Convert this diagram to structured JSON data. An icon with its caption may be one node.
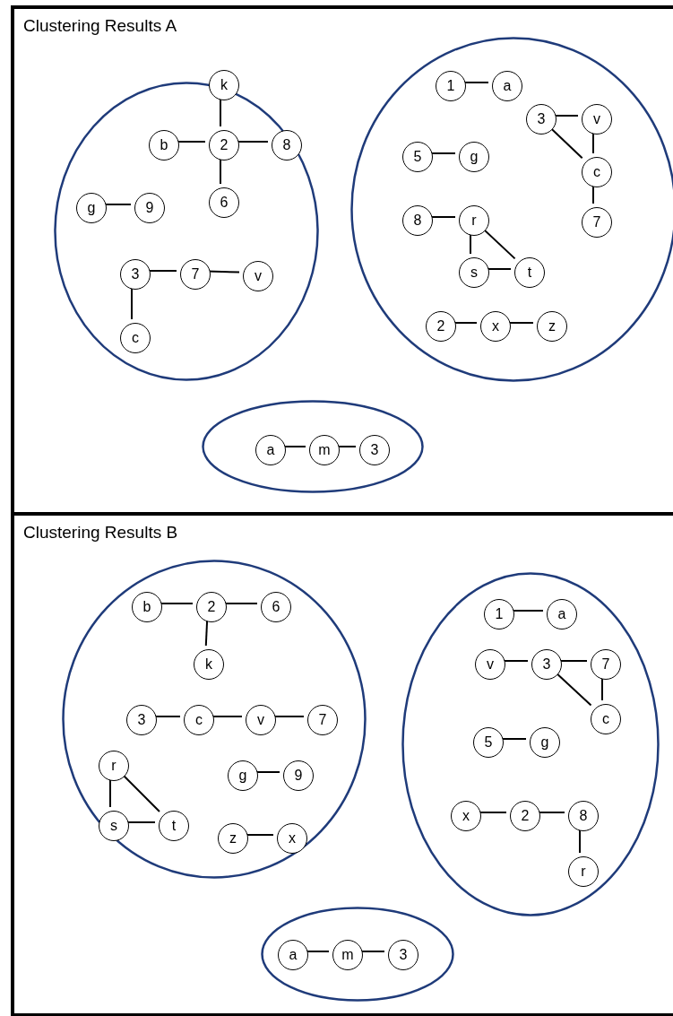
{
  "diagram": {
    "nodes": [
      {
        "text": [
          "Clustering Results A"
        ]
      },
      {
        "text": [],
        "shape": "ellipse",
        "in": 0
      },
      {
        "text": [
          "k"
        ],
        "in": 1
      },
      {
        "text": [
          "b"
        ],
        "in": 1
      },
      {
        "text": [
          "2"
        ],
        "in": 1
      },
      {
        "text": [
          "8"
        ],
        "in": 1
      },
      {
        "text": [
          "6"
        ],
        "in": 1
      },
      {
        "text": [
          "g"
        ],
        "in": 1
      },
      {
        "text": [
          "9"
        ],
        "in": 1
      },
      {
        "text": [
          "3"
        ],
        "in": 1
      },
      {
        "text": [
          "7"
        ],
        "in": 1
      },
      {
        "text": [
          "v"
        ],
        "in": 1
      },
      {
        "text": [
          "c"
        ],
        "in": 1
      },
      {
        "text": [],
        "shape": "ellipse",
        "in": 0
      },
      {
        "text": [
          "1"
        ],
        "in": 13
      },
      {
        "text": [
          "a"
        ],
        "in": 13
      },
      {
        "text": [
          "3"
        ],
        "in": 13
      },
      {
        "text": [
          "v"
        ],
        "in": 13
      },
      {
        "text": [
          "5"
        ],
        "in": 13
      },
      {
        "text": [
          "g"
        ],
        "in": 13
      },
      {
        "text": [
          "c"
        ],
        "in": 13
      },
      {
        "text": [
          "8"
        ],
        "in": 13
      },
      {
        "text": [
          "r"
        ],
        "in": 13
      },
      {
        "text": [
          "7"
        ],
        "in": 13
      },
      {
        "text": [
          "s"
        ],
        "in": 13
      },
      {
        "text": [
          "t"
        ],
        "in": 13
      },
      {
        "text": [
          "2"
        ],
        "in": 13
      },
      {
        "text": [
          "x"
        ],
        "in": 13
      },
      {
        "text": [
          "z"
        ],
        "in": 13
      },
      {
        "text": [],
        "shape": "ellipse",
        "in": 0
      },
      {
        "text": [
          "a"
        ],
        "in": 29
      },
      {
        "text": [
          "m"
        ],
        "in": 29
      },
      {
        "text": [
          "3"
        ],
        "in": 29
      },
      {
        "text": [
          "Clustering Results B"
        ]
      },
      {
        "text": [],
        "shape": "ellipse",
        "in": 33
      },
      {
        "text": [
          "b"
        ],
        "in": 34
      },
      {
        "text": [
          "2"
        ],
        "in": 34
      },
      {
        "text": [
          "6"
        ],
        "in": 34
      },
      {
        "text": [
          "k"
        ],
        "in": 34
      },
      {
        "text": [
          "3"
        ],
        "in": 34
      },
      {
        "text": [
          "c"
        ],
        "in": 34
      },
      {
        "text": [
          "v"
        ],
        "in": 34
      },
      {
        "text": [
          "7"
        ],
        "in": 34
      },
      {
        "text": [
          "r"
        ],
        "in": 34
      },
      {
        "text": [
          "g"
        ],
        "in": 34
      },
      {
        "text": [
          "9"
        ],
        "in": 34
      },
      {
        "text": [
          "s"
        ],
        "in": 34
      },
      {
        "text": [
          "t"
        ],
        "in": 34
      },
      {
        "text": [
          "z"
        ],
        "in": 34
      },
      {
        "text": [
          "x"
        ],
        "in": 34
      },
      {
        "text": [],
        "shape": "ellipse",
        "in": 33
      },
      {
        "text": [
          "1"
        ],
        "in": 50
      },
      {
        "text": [
          "a"
        ],
        "in": 50
      },
      {
        "text": [
          "v"
        ],
        "in": 50
      },
      {
        "text": [
          "3"
        ],
        "in": 50
      },
      {
        "text": [
          "7"
        ],
        "in": 50
      },
      {
        "text": [
          "c"
        ],
        "in": 50
      },
      {
        "text": [
          "5"
        ],
        "in": 50
      },
      {
        "text": [
          "g"
        ],
        "in": 50
      },
      {
        "text": [
          "x"
        ],
        "in": 50
      },
      {
        "text": [
          "2"
        ],
        "in": 50
      },
      {
        "text": [
          "8"
        ],
        "in": 50
      },
      {
        "text": [
          "r"
        ],
        "in": 50
      },
      {
        "text": [],
        "shape": "ellipse",
        "in": 33
      },
      {
        "text": [
          "a"
        ],
        "in": 63
      },
      {
        "text": [
          "m"
        ],
        "in": 63
      },
      {
        "text": [
          "3"
        ],
        "in": 63
      }
    ],
    "edges": [
      {
        "from": 2,
        "to": 4,
        "arrow": "none"
      },
      {
        "from": 3,
        "to": 4,
        "arrow": "none"
      },
      {
        "from": 4,
        "to": 5,
        "arrow": "none"
      },
      {
        "from": 4,
        "to": 6,
        "arrow": "none"
      },
      {
        "from": 7,
        "to": 8,
        "arrow": "none"
      },
      {
        "from": 9,
        "to": 10,
        "arrow": "none"
      },
      {
        "from": 10,
        "to": 11,
        "arrow": "none"
      },
      {
        "from": 9,
        "to": 12,
        "arrow": "none"
      },
      {
        "from": 14,
        "to": 15,
        "arrow": "none"
      },
      {
        "from": 16,
        "to": 17,
        "arrow": "none"
      },
      {
        "from": 16,
        "to": 20,
        "arrow": "none"
      },
      {
        "from": 17,
        "to": 20,
        "arrow": "none"
      },
      {
        "from": 20,
        "to": 23,
        "arrow": "none"
      },
      {
        "from": 18,
        "to": 19,
        "arrow": "none"
      },
      {
        "from": 21,
        "to": 22,
        "arrow": "none"
      },
      {
        "from": 22,
        "to": 24,
        "arrow": "none"
      },
      {
        "from": 22,
        "to": 25,
        "arrow": "none"
      },
      {
        "from": 24,
        "to": 25,
        "arrow": "none"
      },
      {
        "from": 26,
        "to": 27,
        "arrow": "none"
      },
      {
        "from": 27,
        "to": 28,
        "arrow": "none"
      },
      {
        "from": 30,
        "to": 31,
        "arrow": "none"
      },
      {
        "from": 31,
        "to": 32,
        "arrow": "none"
      },
      {
        "from": 35,
        "to": 36,
        "arrow": "none"
      },
      {
        "from": 36,
        "to": 37,
        "arrow": "none"
      },
      {
        "from": 36,
        "to": 38,
        "arrow": "none"
      },
      {
        "from": 39,
        "to": 40,
        "arrow": "none"
      },
      {
        "from": 40,
        "to": 41,
        "arrow": "none"
      },
      {
        "from": 41,
        "to": 42,
        "arrow": "none"
      },
      {
        "from": 43,
        "to": 46,
        "arrow": "none"
      },
      {
        "from": 43,
        "to": 47,
        "arrow": "none"
      },
      {
        "from": 46,
        "to": 47,
        "arrow": "none"
      },
      {
        "from": 44,
        "to": 45,
        "arrow": "none"
      },
      {
        "from": 48,
        "to": 49,
        "arrow": "none"
      },
      {
        "from": 51,
        "to": 52,
        "arrow": "none"
      },
      {
        "from": 53,
        "to": 54,
        "arrow": "none"
      },
      {
        "from": 54,
        "to": 55,
        "arrow": "none"
      },
      {
        "from": 55,
        "to": 56,
        "arrow": "none"
      },
      {
        "from": 54,
        "to": 56,
        "arrow": "none"
      },
      {
        "from": 57,
        "to": 58,
        "arrow": "none"
      },
      {
        "from": 59,
        "to": 60,
        "arrow": "none"
      },
      {
        "from": 60,
        "to": 61,
        "arrow": "none"
      },
      {
        "from": 61,
        "to": 62,
        "arrow": "none"
      },
      {
        "from": 64,
        "to": 65,
        "arrow": "none"
      },
      {
        "from": 65,
        "to": 66,
        "arrow": "none"
      }
    ]
  }
}
